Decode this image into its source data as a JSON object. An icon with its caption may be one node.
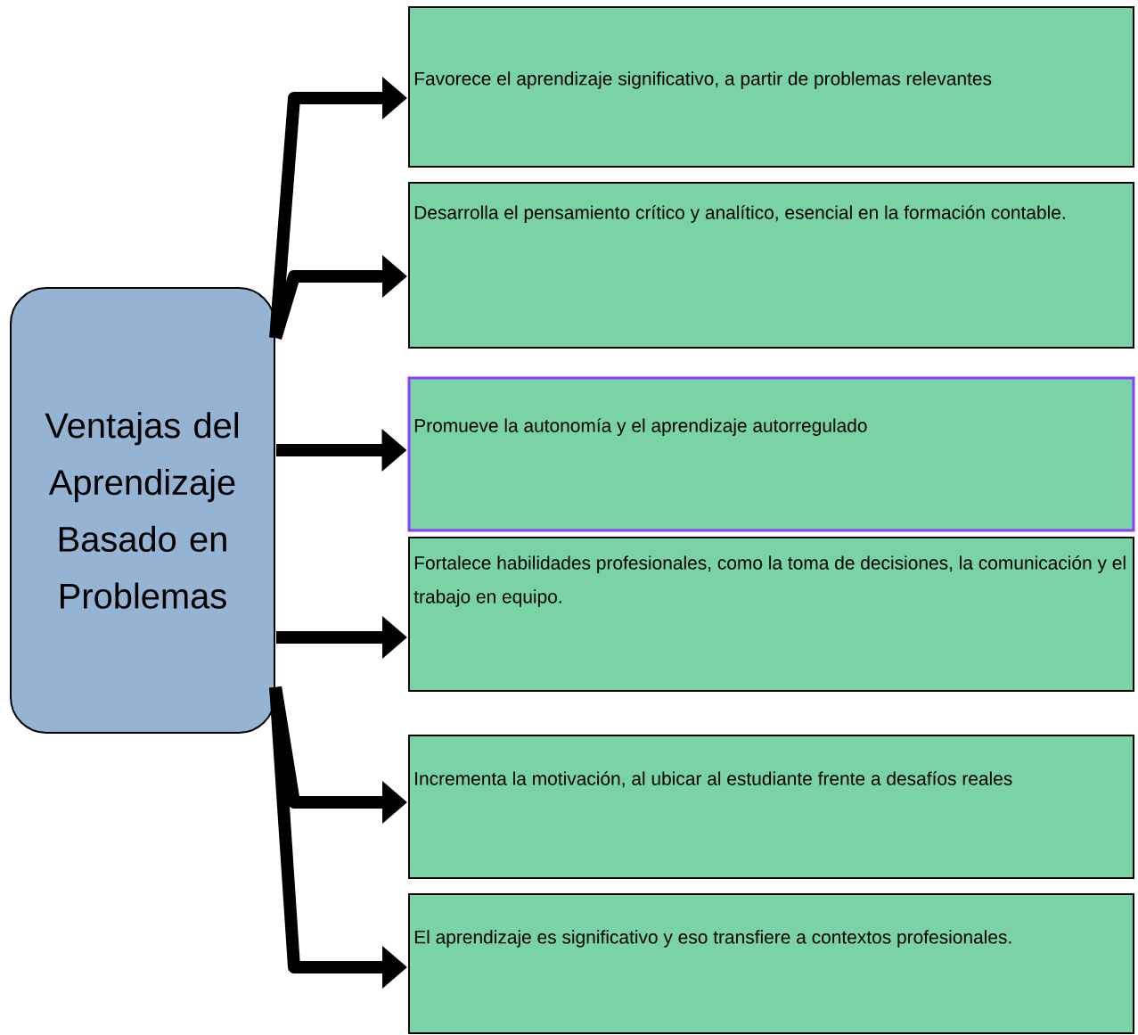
{
  "diagram": {
    "nodes": [
      {
        "text": [
          "Ventajas del Aprendizaje Basado en Problemas"
        ]
      },
      {
        "text": [
          "Favorece el aprendizaje significativo, a partir de problemas relevantes"
        ]
      },
      {
        "text": [
          "Desarrolla el pensamiento crítico y analítico, esencial en la formación contable."
        ]
      },
      {
        "text": [
          "Promueve la autonomía y el aprendizaje autorregulado"
        ]
      },
      {
        "text": [
          "Fortalece habilidades profesionales, como la toma de decisiones, la comunicación y el trabajo en equipo."
        ]
      },
      {
        "text": [
          "Incrementa la motivación, al ubicar al estudiante frente a desafíos reales"
        ]
      },
      {
        "text": [
          "El aprendizaje es significativo y eso transfiere a contextos profesionales."
        ]
      }
    ],
    "edges": [
      {
        "from": 0,
        "to": 1,
        "arrow": "to"
      },
      {
        "from": 0,
        "to": 2,
        "arrow": "to"
      },
      {
        "from": 0,
        "to": 3,
        "arrow": "to"
      },
      {
        "from": 0,
        "to": 4,
        "arrow": "to"
      },
      {
        "from": 0,
        "to": 5,
        "arrow": "to"
      },
      {
        "from": 0,
        "to": 6,
        "arrow": "to"
      }
    ]
  }
}
